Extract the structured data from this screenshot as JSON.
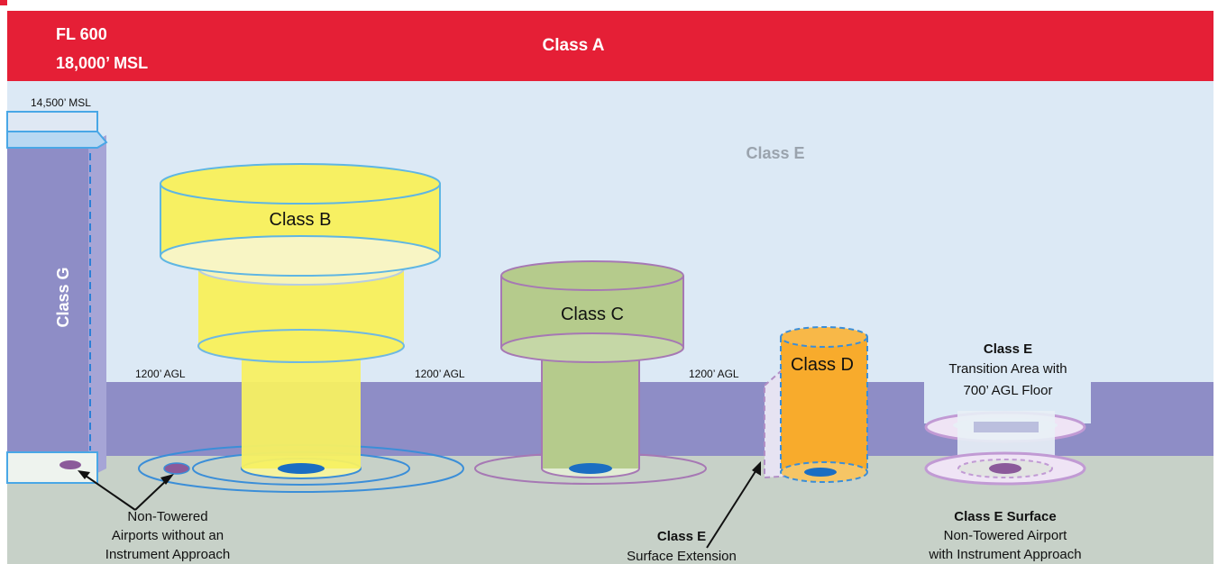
{
  "header": {
    "fl_label": "FL 600",
    "msl_label": "18,000’ MSL",
    "class_a": "Class A"
  },
  "upper": {
    "msl_14500": "14,500’ MSL",
    "class_e": "Class E"
  },
  "classes": {
    "class_g": "Class G",
    "class_b": "Class B",
    "class_c": "Class C",
    "class_d": "Class D"
  },
  "agl_labels": [
    "1200’ AGL",
    "1200’ AGL",
    "1200’ AGL"
  ],
  "transition": {
    "title": "Class E",
    "line1": "Transition Area with",
    "line2": "700’ AGL Floor"
  },
  "surface_extension": {
    "title": "Class E",
    "line1": "Surface Extension"
  },
  "non_towered": {
    "line1": "Non-Towered",
    "line2": "Airports without an",
    "line3": "Instrument Approach"
  },
  "surface": {
    "title": "Class E Surface",
    "line1": "Non-Towered Airport",
    "line2": "with Instrument Approach"
  },
  "colors": {
    "class_a_red": "#e51f36",
    "sky": "#dce9f5",
    "class_g_purple": "#8e8dc6",
    "ground": "#c7d1c8",
    "class_b_yellow": "#f7f062",
    "class_c_green": "#b5cb8c",
    "class_d_orange": "#f8ab2c"
  }
}
